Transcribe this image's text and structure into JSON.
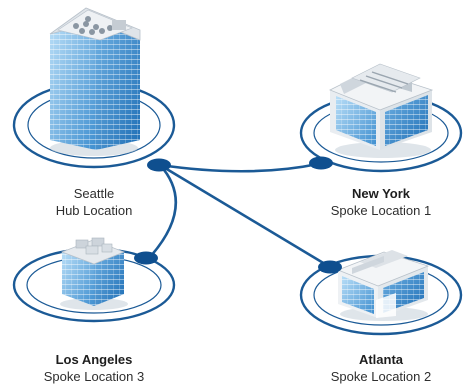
{
  "locations": [
    {
      "id": "seattle",
      "city": "Seattle",
      "role": "Hub Location",
      "is_hub": true
    },
    {
      "id": "new-york",
      "city": "New York",
      "role": "Spoke Location 1",
      "is_hub": false
    },
    {
      "id": "atlanta",
      "city": "Atlanta",
      "role": "Spoke Location 2",
      "is_hub": false
    },
    {
      "id": "los-angeles",
      "city": "Los Angeles",
      "role": "Spoke Location 3",
      "is_hub": false
    }
  ],
  "connections": [
    {
      "from": "seattle",
      "to": "new-york"
    },
    {
      "from": "seattle",
      "to": "atlanta"
    },
    {
      "from": "seattle",
      "to": "los-angeles"
    }
  ],
  "colors": {
    "link": "#1b5a96",
    "node": "#0f4f8f",
    "ring": "#1b5a96",
    "glass_light": "#8fc6ef",
    "glass_dark": "#2f7fc4",
    "wall": "#e6eaee",
    "roof": "#cfd6dd"
  }
}
